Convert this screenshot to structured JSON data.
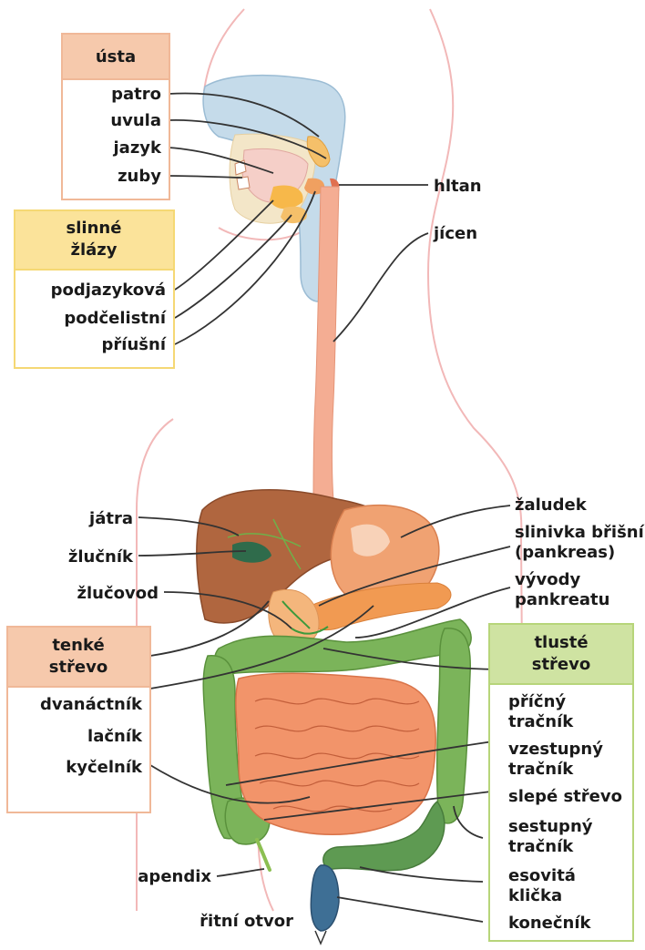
{
  "colors": {
    "usta_header": "#f6c9ac",
    "usta_border": "#f0b898",
    "slinne_header": "#fbe39a",
    "slinne_border": "#f5d874",
    "tenke_header": "#f6c9ac",
    "tenke_border": "#f0b898",
    "tluste_header": "#cfe3a2",
    "tluste_border": "#b7d57a",
    "body_outline": "#f2b8b8"
  },
  "groups": {
    "usta": {
      "title": "ústa",
      "items": [
        "patro",
        "uvula",
        "jazyk",
        "zuby"
      ]
    },
    "slinne": {
      "title_line1": "slinné",
      "title_line2": "žlázy",
      "items": [
        "podjazyková",
        "podčelistní",
        "příušní"
      ]
    },
    "tenke": {
      "title_line1": "tenké",
      "title_line2": "střevo",
      "items": [
        "dvanáctník",
        "lačník",
        "kyčelník"
      ]
    },
    "tluste": {
      "title_line1": "tlusté",
      "title_line2": "střevo"
    }
  },
  "labels": {
    "hltan": "hltan",
    "jicen": "jícen",
    "jatra": "játra",
    "zlucnik": "žlučník",
    "zlucovod": "žlučovod",
    "zaludek": "žaludek",
    "slinivka1": "slinivka břišní",
    "slinivka2": "(pankreas)",
    "vyvody1": "vývody",
    "vyvody2": "pankreatu",
    "pricny1": "příčný",
    "pricny2": "tračník",
    "vzestupny1": "vzestupný",
    "vzestupny2": "tračník",
    "slepe": "slepé střevo",
    "sestupny1": "sestupný",
    "sestupny2": "tračník",
    "esovita1": "esovitá",
    "esovita2": "klička",
    "konecnik": "konečník",
    "apendix": "apendix",
    "ritni": "řitní otvor"
  }
}
